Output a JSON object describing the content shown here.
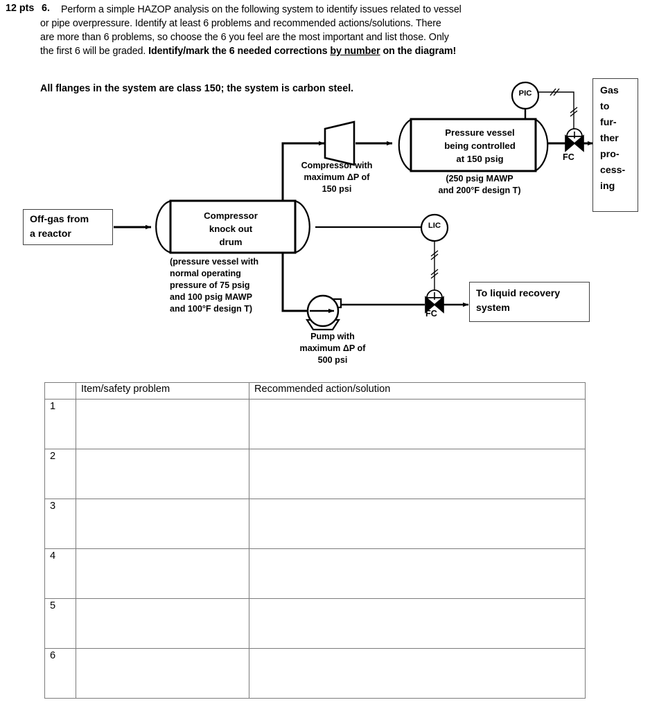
{
  "question": {
    "points": "12 pts",
    "number": "6.",
    "line1": "Perform a simple HAZOP analysis on the following system to identify issues related to vessel",
    "line2": "or pipe overpressure.  Identify at least 6 problems and recommended actions/solutions.  There",
    "line3": "are more than 6 problems, so choose the 6 you feel are the most important and list those.  Only",
    "line4_plain": "the first 6 will be graded.  ",
    "line4_bold_a": "Identify/mark the 6 needed corrections ",
    "line4_underline": "by number",
    "line4_bold_b": " on the diagram!",
    "flange_note": "All flanges in the system are class 150; the system is carbon steel."
  },
  "diagram": {
    "offgas_box": "Off-gas from\na reactor",
    "offgas_line1": "Off-gas from",
    "offgas_line2": "a reactor",
    "knockout_drum_label_l1": "Compressor",
    "knockout_drum_label_l2": "knock out",
    "knockout_drum_label_l3": "drum",
    "knockout_caption_l1": "(pressure vessel with",
    "knockout_caption_l2": "normal operating",
    "knockout_caption_l3": "pressure of 75 psig",
    "knockout_caption_l4": "and 100 psig MAWP",
    "knockout_caption_l5": "and 100°F design T)",
    "compressor_caption_l1": "Compressor with",
    "compressor_caption_l2": "maximum ΔP of",
    "compressor_caption_l3": "150 psi",
    "pressure_vessel_label_l1": "Pressure vessel",
    "pressure_vessel_label_l2": "being controlled",
    "pressure_vessel_label_l3": "at 150 psig",
    "pressure_vessel_caption_l1": "(250 psig MAWP",
    "pressure_vessel_caption_l2": "and 200°F design T)",
    "pump_caption_l1": "Pump with",
    "pump_caption_l2": "maximum ΔP of",
    "pump_caption_l3": "500 psi",
    "pic_tag": "PIC",
    "lic_tag": "LIC",
    "fc_valve_top": "FC",
    "fc_valve_bottom": "FC",
    "gas_box_lines": [
      "Gas",
      "to",
      "fur-",
      "ther",
      "pro-",
      "cess-",
      "ing"
    ],
    "liquid_box_l1": "To liquid recovery",
    "liquid_box_l2": "system",
    "line_color": "#000000",
    "box_border_color": "#404040"
  },
  "table": {
    "headers": [
      "",
      "Item/safety problem",
      "Recommended action/solution"
    ],
    "rows": [
      {
        "num": "1",
        "item": "",
        "recommendation": ""
      },
      {
        "num": "2",
        "item": "",
        "recommendation": ""
      },
      {
        "num": "3",
        "item": "",
        "recommendation": ""
      },
      {
        "num": "4",
        "item": "",
        "recommendation": ""
      },
      {
        "num": "5",
        "item": "",
        "recommendation": ""
      },
      {
        "num": "6",
        "item": "",
        "recommendation": ""
      }
    ],
    "border_color": "#7b7b7b"
  }
}
